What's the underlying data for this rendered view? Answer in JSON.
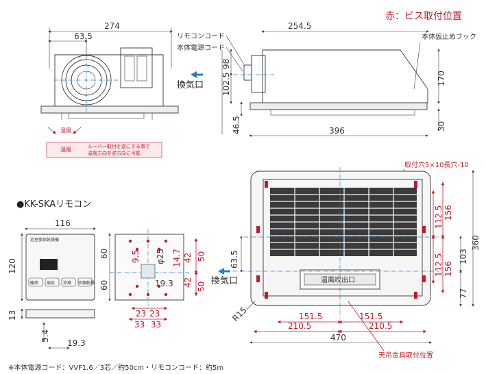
{
  "legend_note": "赤：ビス取付位置",
  "footer_note": "※本体電源コード：VVF1.6／3芯／約50cm・リモコンコード：約5m",
  "front_view": {
    "width": "274",
    "duct_offset": "63.5",
    "legend_top": "温風",
    "legend_bottom": "温風",
    "louver_note_line1": "ルーバー取付を逆にする事で",
    "louver_note_line2": "温風方向を逆方向に可能"
  },
  "side_view": {
    "remote_cord": "リモコンコード",
    "power_cord": "本体電源コード",
    "hook": "本体仮止めフック",
    "top_length": "254.5",
    "exhaust": "換気口",
    "d98": "98",
    "d102_5": "102.5",
    "d46_5": "46.5",
    "height": "170",
    "bottom_length": "396",
    "d30": "30"
  },
  "remote": {
    "title": "●KK-SKAリモコン",
    "width": "116",
    "height": "120",
    "depth": "13",
    "d5_4": "5.4",
    "d19_3": "19.3",
    "panel_title": "浴室換気乾燥機",
    "buttons": [
      "暖房",
      "換気",
      "涼風",
      "衣類乾燥"
    ]
  },
  "plate": {
    "d60a": "60",
    "d60b": "60",
    "d9_5": "9.5",
    "hole": "φ25",
    "d14_7": "14.7",
    "d42a": "42",
    "d42b": "42",
    "d50a": "50",
    "d50b": "50",
    "d19_3": "19.3",
    "d23a": "23",
    "d23b": "23",
    "d33a": "33",
    "d33b": "33"
  },
  "bottom_view": {
    "slot_note": "取付穴5×10長穴-10",
    "d156a": "156",
    "d112_5a": "112.5",
    "d112_5b": "112.5",
    "d156b": "156",
    "d360": "360",
    "d103": "103",
    "d77": "77",
    "d63_5": "63.5",
    "exhaust": "換気口",
    "outlet": "温風吹出口",
    "radius": "R15",
    "d151_5a": "151.5",
    "d151_5b": "151.5",
    "d210_5a": "210.5",
    "d210_5b": "210.5",
    "d470": "470",
    "hanger": "天吊金具取付位置"
  },
  "colors": {
    "screw_red": "#c21a2a",
    "centerline_blue": "#2a7fc2",
    "ink": "#333333"
  }
}
